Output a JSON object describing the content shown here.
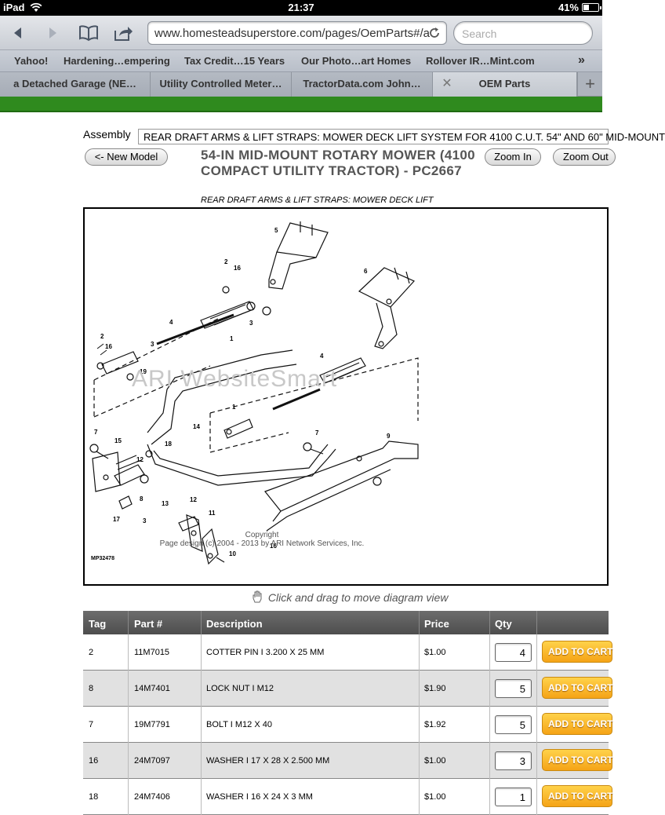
{
  "status_bar": {
    "carrier": "iPad",
    "time": "21:37",
    "battery": "41%",
    "battery_level": 0.41
  },
  "browser": {
    "url": "www.homesteadsuperstore.com/pages/OemParts#/a",
    "search_placeholder": "Search",
    "bookmarks": [
      "Yahoo!",
      "Hardening…empering",
      "Tax Credit…15 Years",
      "Our Photo…art Homes",
      "Rollover IR…Mint.com"
    ],
    "tabs": [
      {
        "label": "a Detached Garage (NE…",
        "active": false
      },
      {
        "label": "Utility Controlled Meter…",
        "active": false
      },
      {
        "label": "TractorData.com John…",
        "active": false
      },
      {
        "label": "OEM Parts",
        "active": true
      }
    ]
  },
  "assembly": {
    "label": "Assembly",
    "selected": "REAR DRAFT ARMS & LIFT STRAPS: MOWER DECK LIFT SYSTEM FOR 4100 C.U.T. 54\" AND 60\" MID-MOUNT"
  },
  "buttons": {
    "new_model": "<- New Model",
    "zoom_in": "Zoom In",
    "zoom_out": "Zoom Out"
  },
  "model": {
    "title": "54-IN MID-MOUNT ROTARY MOWER (4100 COMPACT UTILITY TRACTOR) - PC2667",
    "subtitle": "REAR DRAFT ARMS & LIFT STRAPS: MOWER DECK LIFT"
  },
  "diagram": {
    "watermark": "ARI WebsiteSmart",
    "copyright_line1": "Copyright",
    "copyright_line2": "Page design (c) 2004 - 2013 by ARI Network Services, Inc.",
    "code": "MP32478",
    "callouts": [
      "1",
      "1",
      "2",
      "2",
      "3",
      "3",
      "3",
      "4",
      "4",
      "5",
      "6",
      "7",
      "7",
      "8",
      "9",
      "10",
      "11",
      "12",
      "12",
      "13",
      "14",
      "15",
      "16",
      "16",
      "16",
      "17",
      "18",
      "19"
    ]
  },
  "drag_hint": "Click and drag to move diagram view",
  "table": {
    "columns": [
      "Tag",
      "Part #",
      "Description",
      "Price",
      "Qty"
    ],
    "add_label": "ADD TO CART",
    "rows": [
      {
        "tag": "2",
        "part": "11M7015",
        "desc": "COTTER PIN I 3.200 X 25 MM",
        "price": "$1.00",
        "qty": "4"
      },
      {
        "tag": "8",
        "part": "14M7401",
        "desc": "LOCK NUT I M12",
        "price": "$1.90",
        "qty": "5"
      },
      {
        "tag": "7",
        "part": "19M7791",
        "desc": "BOLT I M12 X 40",
        "price": "$1.92",
        "qty": "5"
      },
      {
        "tag": "16",
        "part": "24M7097",
        "desc": "WASHER I 17 X 28 X 2.500 MM",
        "price": "$1.00",
        "qty": "3"
      },
      {
        "tag": "18",
        "part": "24M7406",
        "desc": "WASHER I 16 X 24 X 3 MM",
        "price": "$1.00",
        "qty": "1"
      }
    ]
  }
}
